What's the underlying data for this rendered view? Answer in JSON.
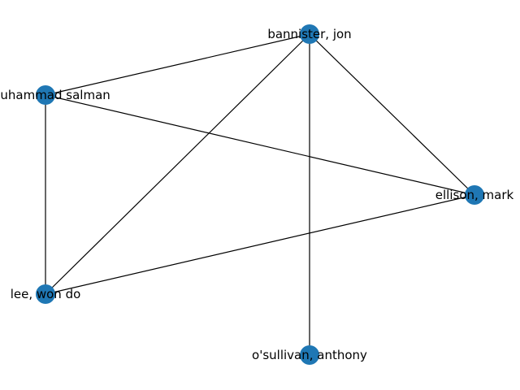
{
  "graph": {
    "node_color": "#1f77b4",
    "edge_color": "#000000",
    "label_color": "#000000",
    "nodes": [
      {
        "id": "bannister",
        "label": "bannister, jon"
      },
      {
        "id": "muhammad",
        "label": ", muhammad salman"
      },
      {
        "id": "ellison",
        "label": "ellison, mark"
      },
      {
        "id": "lee",
        "label": "lee, won do"
      },
      {
        "id": "osullivan",
        "label": "o'sullivan, anthony"
      }
    ],
    "edges": [
      {
        "source": "bannister",
        "target": "muhammad"
      },
      {
        "source": "bannister",
        "target": "lee"
      },
      {
        "source": "bannister",
        "target": "osullivan"
      },
      {
        "source": "bannister",
        "target": "ellison"
      },
      {
        "source": "muhammad",
        "target": "ellison"
      },
      {
        "source": "muhammad",
        "target": "lee"
      },
      {
        "source": "lee",
        "target": "ellison"
      }
    ]
  }
}
